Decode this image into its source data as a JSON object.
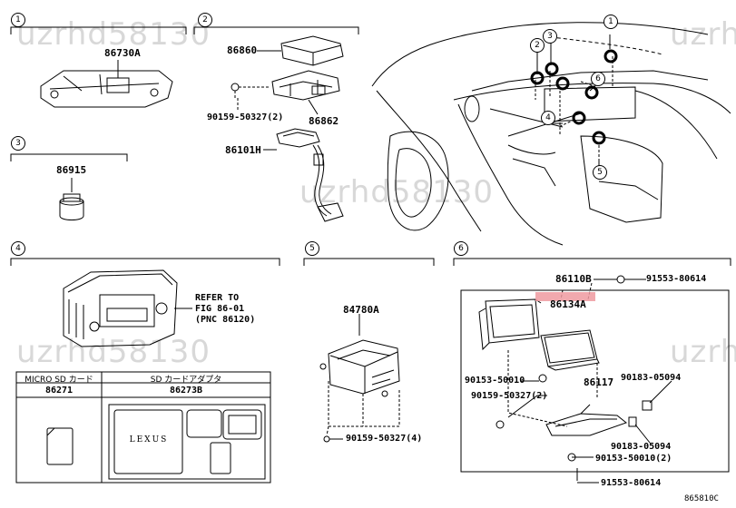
{
  "watermarks": [
    "uzrhd58130",
    "uzrhd58130",
    "uzrhd58130",
    "uzrh",
    "uzrh"
  ],
  "sections": [
    "1",
    "2",
    "3",
    "4",
    "5",
    "6"
  ],
  "callouts": [
    "1",
    "2",
    "3",
    "4",
    "5",
    "6"
  ],
  "labels": {
    "p86730A": "86730A",
    "p86860": "86860",
    "p90159_a": "90159-50327(2)",
    "p86862": "86862",
    "p86101H": "86101H",
    "p86915": "86915",
    "refer": "REFER TO\nFIG 86-01\n(PNC 86120)",
    "p84780A": "84780A",
    "p90159_b": "90159-50327(4)",
    "p86110B": "86110B",
    "p91553_a": "91553-80614",
    "p86134A": "86134A",
    "p90153_a": "90153-50010",
    "p90159_c": "90159-50327(2)",
    "p86117": "86117",
    "p90183_a": "90183-05094",
    "p90183_b": "90183-05094",
    "p90153_b": "90153-50010(2)",
    "p91553_b": "91553-80614",
    "fig_code": "865810C"
  },
  "sd_table": {
    "col1_header": "MICRO SD カード",
    "col2_header": "SD カードアダプタ",
    "col1_part": "86271",
    "col2_part": "86273B",
    "brand": "LEXUS"
  },
  "colors": {
    "highlight": "#ee9aa0",
    "watermark": "#d8d8d8"
  }
}
